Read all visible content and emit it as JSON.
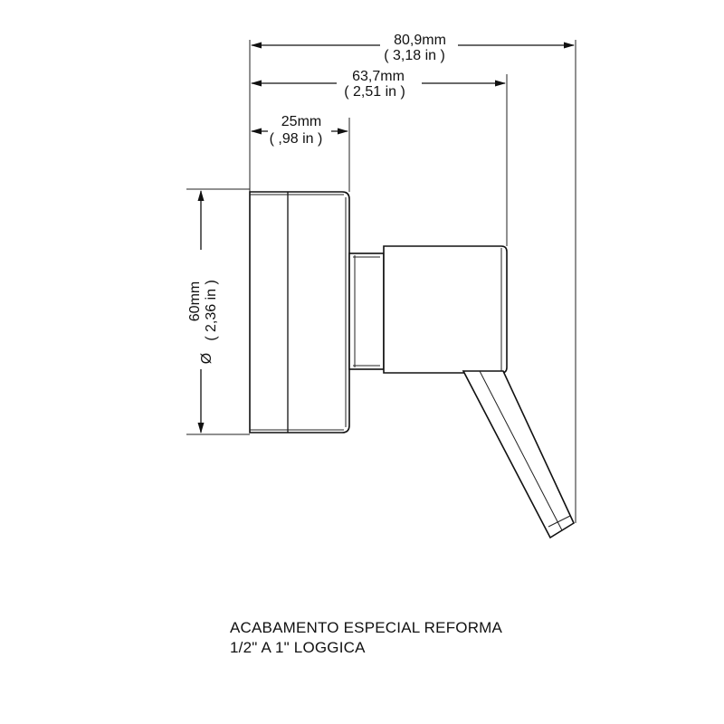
{
  "dimensions": {
    "overall": {
      "mm": "80,9mm",
      "inch": "( 3,18 in )"
    },
    "to_handle": {
      "mm": "63,7mm",
      "inch": "( 2,51 in )"
    },
    "plate_depth": {
      "mm": "25mm",
      "inch": "( ,98 in )"
    },
    "diameter": {
      "symbol": "Ø",
      "mm": "60mm",
      "inch": "( 2,36 in )"
    }
  },
  "caption": {
    "line1": "ACABAMENTO ESPECIAL REFORMA",
    "line2": "1/2\" A 1\" LOGGICA"
  }
}
